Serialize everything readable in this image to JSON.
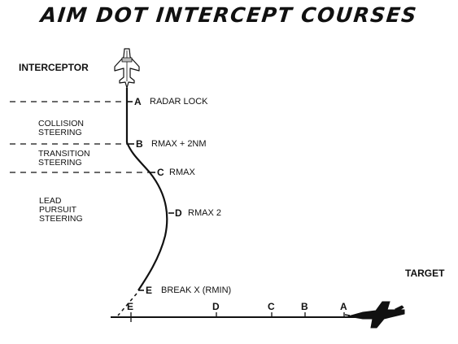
{
  "title": "AIM DOT INTERCEPT COURSES",
  "labels": {
    "interceptor": "INTERCEPTOR",
    "target": "TARGET"
  },
  "phases": {
    "collision": [
      "COLLISION",
      "STEERING"
    ],
    "transition": [
      "TRANSITION",
      "STEERING"
    ],
    "lead": [
      "LEAD",
      "PURSUIT",
      "STEERING"
    ]
  },
  "path_points": [
    {
      "letter": "A",
      "text": "RADAR LOCK"
    },
    {
      "letter": "B",
      "text": "RMAX + 2NM"
    },
    {
      "letter": "C",
      "text": "RMAX"
    },
    {
      "letter": "D",
      "text": "RMAX 2"
    },
    {
      "letter": "E",
      "text": "BREAK X (RMIN)"
    }
  ],
  "target_track_points": [
    "E",
    "D",
    "C",
    "B",
    "A"
  ],
  "icons": [
    "interceptor-aircraft-icon",
    "target-aircraft-icon"
  ]
}
